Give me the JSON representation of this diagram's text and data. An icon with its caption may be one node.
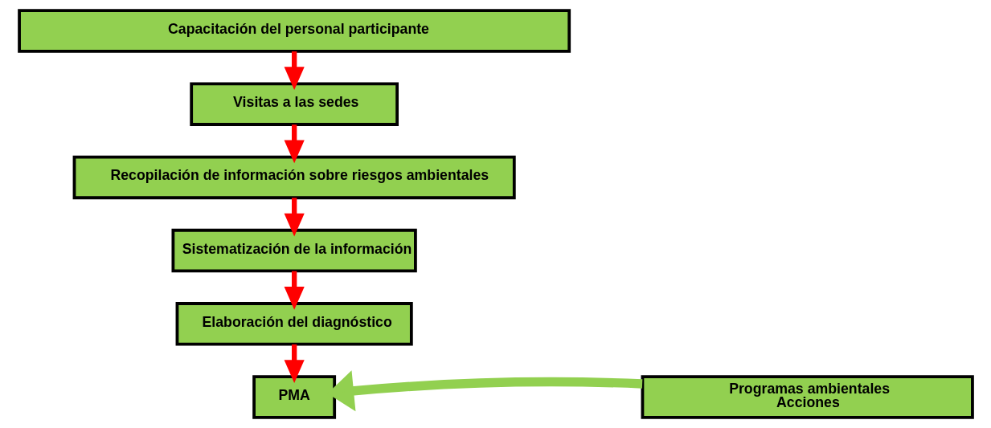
{
  "diagram": {
    "nodes": [
      {
        "text": [
          "Capacitación del personal participante"
        ]
      },
      {
        "text": [
          "Visitas a las sedes"
        ]
      },
      {
        "text": [
          "Recopilación de información sobre riesgos ambientales"
        ]
      },
      {
        "text": [
          "Sistematización de la información"
        ]
      },
      {
        "text": [
          "Elaboración del diagnóstico"
        ]
      },
      {
        "text": [
          "PMA"
        ]
      },
      {
        "text": [
          "Programas ambientales",
          "Acciones"
        ]
      }
    ],
    "edges": [
      {
        "from": 0,
        "to": 1,
        "arrow": "to"
      },
      {
        "from": 1,
        "to": 2,
        "arrow": "to"
      },
      {
        "from": 2,
        "to": 3,
        "arrow": "to"
      },
      {
        "from": 3,
        "to": 4,
        "arrow": "to"
      },
      {
        "from": 4,
        "to": 5,
        "arrow": "to"
      },
      {
        "from": 6,
        "to": 5,
        "arrow": "to",
        "style": "thick",
        "color": "#92d050"
      }
    ]
  }
}
